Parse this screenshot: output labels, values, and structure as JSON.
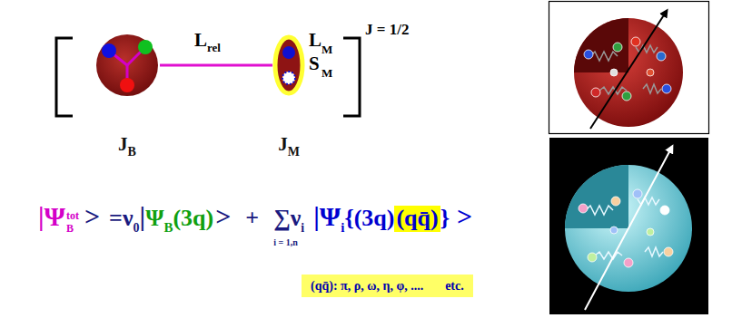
{
  "diagram": {
    "nodes": [
      {
        "text": [
          "J",
          "B"
        ]
      },
      {
        "text": [
          "J",
          "M"
        ]
      },
      {
        "text": [
          "(qq̄)"
        ]
      },
      {
        "text": [
          "(qq̄): π, ρ, ω, η, φ, ....",
          "etc."
        ]
      }
    ],
    "edges": [
      {
        "from": 0,
        "to": 1,
        "arrow": "none",
        "label": "L"
      }
    ],
    "labels": [
      "J = 1/2",
      "rel",
      "L",
      "M",
      "S",
      "M",
      "|Ψ",
      "tot",
      "B",
      ">",
      "=ν",
      "0",
      "|",
      "Ψ",
      "B",
      "(3q)",
      ">",
      "+",
      "∑ν",
      "i",
      "i = 1,n",
      "|Ψ",
      "i",
      "{(3q)",
      "}",
      ">"
    ]
  }
}
